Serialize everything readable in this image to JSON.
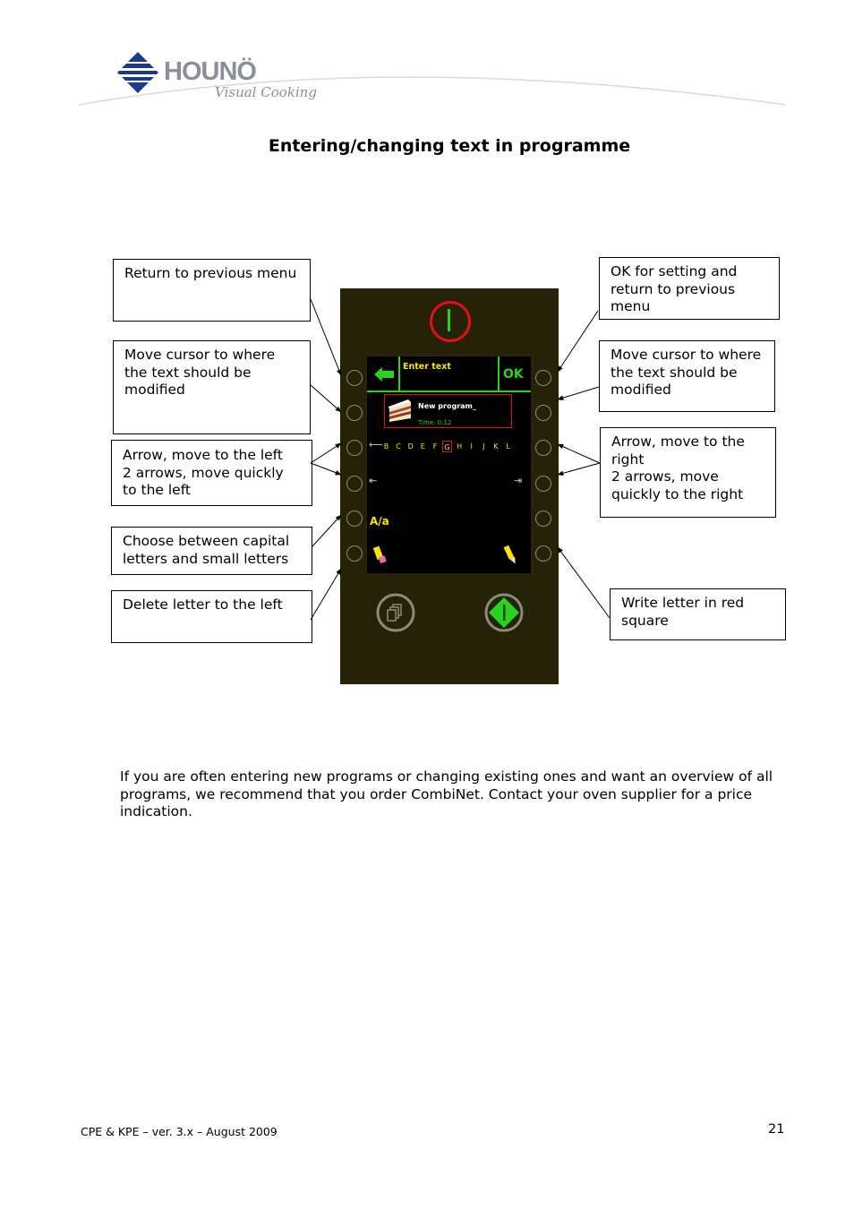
{
  "header": {
    "brand": "HOUNÖ",
    "tagline": "Visual Cooking"
  },
  "title": "Entering/changing text in programme",
  "callouts": {
    "return_prev": "Return to previous menu",
    "move_cursor_left": "Move cursor to where the text should be modified",
    "arrow_left": "Arrow, move to the left\n2 arrows, move quickly to the left",
    "capital_small": "Choose between capital letters and small letters",
    "delete_letter": "Delete letter to the left",
    "ok_setting": "OK for setting and return to previous menu",
    "move_cursor_right": "Move cursor to where the text should be modified",
    "arrow_right": "Arrow, move to the right\n2 arrows, move quickly to the right",
    "write_letter": "Write letter in red square"
  },
  "screen": {
    "header_title": "Enter text",
    "ok_label": "OK",
    "program_name": "New program_",
    "program_time": "Time: 0:12",
    "letters": [
      "B",
      "C",
      "D",
      "E",
      "F",
      "G",
      "H",
      "I",
      "J",
      "K",
      "L"
    ],
    "selected_letter": "G",
    "case_toggle": "A/a"
  },
  "body": {
    "paragraph": "If you are often entering new programs or changing existing ones and want an overview of all programs, we recommend that you order CombiNet. Contact your oven supplier for a price indication."
  },
  "footer": {
    "left": "CPE & KPE – ver. 3.x – August 2009",
    "page_number": "21"
  },
  "colors": {
    "panel": "#252208",
    "screen_green": "#2bd21e",
    "highlight_yellow": "#f7e600",
    "power_red": "#e3101a",
    "selection_red": "#e3101a"
  }
}
